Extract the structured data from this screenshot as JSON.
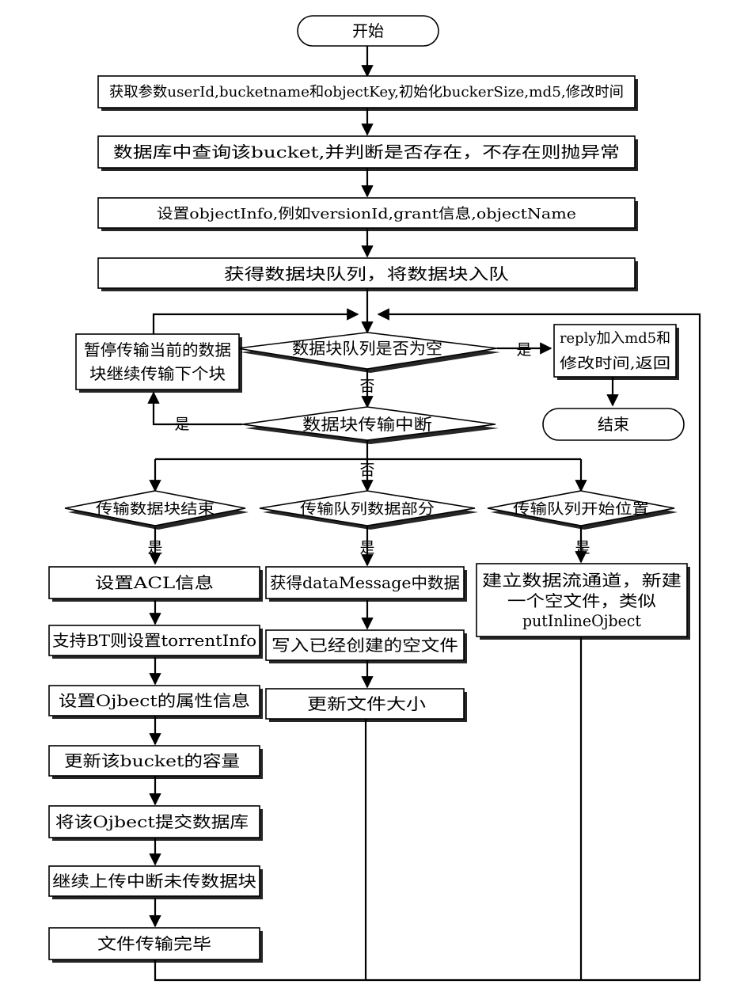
{
  "nodes": {
    "start": "开始",
    "get_params": "获取参数userId,bucketname和objectKey,初始化buckerSize,md5,修改时间",
    "query_bucket": "数据库中查询该bucket,并判断是否存在，不存在则抛异常",
    "set_objectinfo": "设置objectInfo,例如versionId,grant信息,objectName",
    "get_queue": "获得数据块队列，将数据块入队",
    "queue_empty": "数据块队列是否为空",
    "pause_line1": "暂停传输当前的数据",
    "pause_line2": "块继续传输下个块",
    "reply_line1": "reply加入md5和",
    "reply_line2": "修改时间,返回",
    "end": "结束",
    "transfer_interrupted": "数据块传输中断",
    "transfer_end": "传输数据块结束",
    "transfer_part": "传输队列数据部分",
    "transfer_start": "传输队列开始位置",
    "set_acl": "设置ACL信息",
    "bt_torrent": "支持BT则设置torrentInfo",
    "set_attrs": "设置Ojbect的属性信息",
    "update_capacity": "更新该bucket的容量",
    "commit_db": "将该Ojbect提交数据库",
    "continue_upload": "继续上传中断未传数据块",
    "transfer_done": "文件传输完毕",
    "get_datamessage": "获得dataMessage中数据",
    "write_file": "写入已经创建的空文件",
    "update_size": "更新文件大小",
    "build_line1": "建立数据流通道，新建",
    "build_line2": "一个空文件，类似",
    "build_line3": "putInlineOjbect"
  },
  "edges": {
    "empty_yes": "是",
    "empty_no": "否",
    "interrupt_yes": "是",
    "interrupt_no": "否",
    "end_yes": "是",
    "part_yes": "是",
    "start_yes": "是"
  }
}
